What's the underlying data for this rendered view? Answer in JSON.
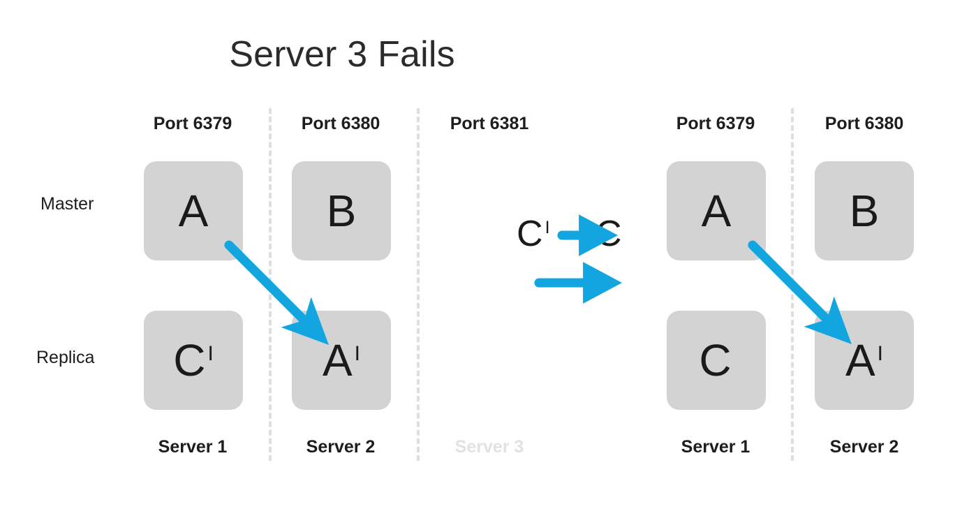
{
  "title": "Server 3 Fails",
  "row_labels": {
    "master": "Master",
    "replica": "Replica"
  },
  "colors": {
    "arrow_blue": "#12a5e0",
    "node_fill": "#d3d3d3",
    "divider": "#dedede",
    "text": "#1a1a1a",
    "faded_text": "#e2e2e2"
  },
  "before_group": {
    "columns": [
      {
        "port_label": "Port 6379",
        "server_label": "Server 1",
        "server_faded": false,
        "master": "A",
        "master_prime": "",
        "replica": "C",
        "replica_prime": "I"
      },
      {
        "port_label": "Port 6380",
        "server_label": "Server 2",
        "server_faded": false,
        "master": "B",
        "master_prime": "",
        "replica": "A",
        "replica_prime": "I"
      },
      {
        "port_label": "Port 6381",
        "server_label": "Server 3",
        "server_faded": true,
        "master": "",
        "master_prime": "",
        "replica": "",
        "replica_prime": ""
      }
    ]
  },
  "middle": {
    "from_label": "C",
    "from_prime": "I",
    "to_label": "C"
  },
  "after_group": {
    "columns": [
      {
        "port_label": "Port 6379",
        "server_label": "Server 1",
        "server_faded": false,
        "master": "A",
        "master_prime": "",
        "replica": "C",
        "replica_prime": ""
      },
      {
        "port_label": "Port 6380",
        "server_label": "Server 2",
        "server_faded": false,
        "master": "B",
        "master_prime": "",
        "replica": "A",
        "replica_prime": "I"
      }
    ]
  }
}
